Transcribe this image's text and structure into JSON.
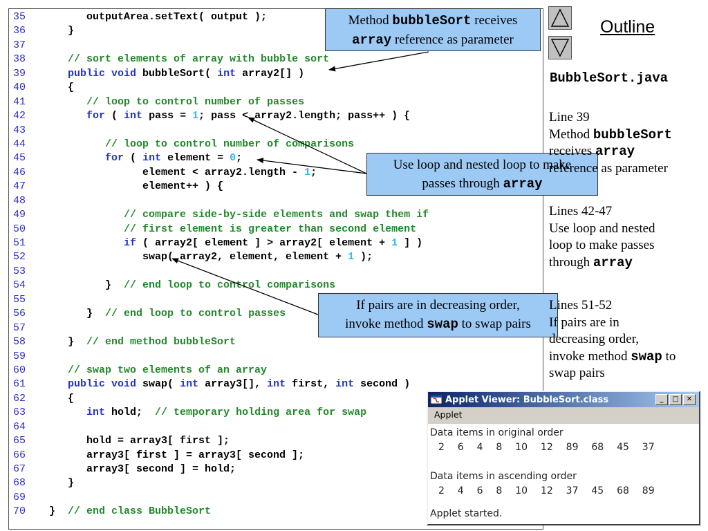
{
  "code": {
    "lines": [
      {
        "num": "35",
        "tokens": [
          {
            "t": "         outputArea.setText( output );"
          }
        ]
      },
      {
        "num": "36",
        "tokens": [
          {
            "t": "      }"
          }
        ]
      },
      {
        "num": "37",
        "tokens": []
      },
      {
        "num": "38",
        "tokens": [
          {
            "t": "      "
          },
          {
            "t": "// sort elements of array with bubble sort",
            "c": "cm"
          }
        ]
      },
      {
        "num": "39",
        "tokens": [
          {
            "t": "      "
          },
          {
            "t": "public void",
            "c": "kw"
          },
          {
            "t": " bubbleSort( "
          },
          {
            "t": "int",
            "c": "kw"
          },
          {
            "t": " array2[] )"
          }
        ]
      },
      {
        "num": "40",
        "tokens": [
          {
            "t": "      {"
          }
        ]
      },
      {
        "num": "41",
        "tokens": [
          {
            "t": "         "
          },
          {
            "t": "// loop to control number of passes",
            "c": "cm"
          }
        ]
      },
      {
        "num": "42",
        "tokens": [
          {
            "t": "         "
          },
          {
            "t": "for",
            "c": "kw"
          },
          {
            "t": " ( "
          },
          {
            "t": "int",
            "c": "kw"
          },
          {
            "t": " pass = "
          },
          {
            "t": "1",
            "c": "lit"
          },
          {
            "t": "; pass < array2.length; pass++ ) {"
          }
        ]
      },
      {
        "num": "43",
        "tokens": []
      },
      {
        "num": "44",
        "tokens": [
          {
            "t": "            "
          },
          {
            "t": "// loop to control number of comparisons",
            "c": "cm"
          }
        ]
      },
      {
        "num": "45",
        "tokens": [
          {
            "t": "            "
          },
          {
            "t": "for",
            "c": "kw"
          },
          {
            "t": " ( "
          },
          {
            "t": "int",
            "c": "kw"
          },
          {
            "t": " element = "
          },
          {
            "t": "0",
            "c": "lit"
          },
          {
            "t": ";"
          }
        ]
      },
      {
        "num": "46",
        "tokens": [
          {
            "t": "                  element < array2.length - "
          },
          {
            "t": "1",
            "c": "lit"
          },
          {
            "t": ";"
          }
        ]
      },
      {
        "num": "47",
        "tokens": [
          {
            "t": "                  element++ ) {"
          }
        ]
      },
      {
        "num": "48",
        "tokens": []
      },
      {
        "num": "49",
        "tokens": [
          {
            "t": "               "
          },
          {
            "t": "// compare side-by-side elements and swap them if",
            "c": "cm"
          }
        ]
      },
      {
        "num": "50",
        "tokens": [
          {
            "t": "               "
          },
          {
            "t": "// first element is greater than second element",
            "c": "cm"
          }
        ]
      },
      {
        "num": "51",
        "tokens": [
          {
            "t": "               "
          },
          {
            "t": "if",
            "c": "kw"
          },
          {
            "t": " ( array2[ element ] > array2[ element + "
          },
          {
            "t": "1",
            "c": "lit"
          },
          {
            "t": " ] )"
          }
        ]
      },
      {
        "num": "52",
        "tokens": [
          {
            "t": "                  swap( array2, element, element + "
          },
          {
            "t": "1",
            "c": "lit"
          },
          {
            "t": " );"
          }
        ]
      },
      {
        "num": "53",
        "tokens": []
      },
      {
        "num": "54",
        "tokens": [
          {
            "t": "            }  "
          },
          {
            "t": "// end loop to control comparisons",
            "c": "cm"
          }
        ]
      },
      {
        "num": "55",
        "tokens": []
      },
      {
        "num": "56",
        "tokens": [
          {
            "t": "         }  "
          },
          {
            "t": "// end loop to control passes",
            "c": "cm"
          }
        ]
      },
      {
        "num": "57",
        "tokens": []
      },
      {
        "num": "58",
        "tokens": [
          {
            "t": "      }  "
          },
          {
            "t": "// end method bubbleSort",
            "c": "cm"
          }
        ]
      },
      {
        "num": "59",
        "tokens": []
      },
      {
        "num": "60",
        "tokens": [
          {
            "t": "      "
          },
          {
            "t": "// swap two elements of an array",
            "c": "cm"
          }
        ]
      },
      {
        "num": "61",
        "tokens": [
          {
            "t": "      "
          },
          {
            "t": "public void",
            "c": "kw"
          },
          {
            "t": " swap( "
          },
          {
            "t": "int",
            "c": "kw"
          },
          {
            "t": " array3[], "
          },
          {
            "t": "int",
            "c": "kw"
          },
          {
            "t": " first, "
          },
          {
            "t": "int",
            "c": "kw"
          },
          {
            "t": " second )"
          }
        ]
      },
      {
        "num": "62",
        "tokens": [
          {
            "t": "      {"
          }
        ]
      },
      {
        "num": "63",
        "tokens": [
          {
            "t": "         "
          },
          {
            "t": "int",
            "c": "kw"
          },
          {
            "t": " hold;  "
          },
          {
            "t": "// temporary holding area for swap",
            "c": "cm"
          }
        ]
      },
      {
        "num": "64",
        "tokens": []
      },
      {
        "num": "65",
        "tokens": [
          {
            "t": "         hold = array3[ first ];"
          }
        ]
      },
      {
        "num": "66",
        "tokens": [
          {
            "t": "         array3[ first ] = array3[ second ];"
          }
        ]
      },
      {
        "num": "67",
        "tokens": [
          {
            "t": "         array3[ second ] = hold;"
          }
        ]
      },
      {
        "num": "68",
        "tokens": [
          {
            "t": "      }"
          }
        ]
      },
      {
        "num": "69",
        "tokens": []
      },
      {
        "num": "70",
        "tokens": [
          {
            "t": "   }  "
          },
          {
            "t": "// end class BubbleSort",
            "c": "cm"
          }
        ]
      }
    ]
  },
  "callouts": {
    "c1": {
      "pre": "Method ",
      "code": "bubbleSort",
      "mid": " receives",
      "code2": "array",
      "post": " reference as parameter"
    },
    "c2": {
      "line1": "Use loop and nested loop to make",
      "pre": "passes through ",
      "code": "array"
    },
    "c3": {
      "line1": "If pairs are in decreasing order,",
      "pre": "invoke method ",
      "code": "swap",
      "post": " to swap pairs"
    }
  },
  "sidebar": {
    "outline_title": "Outline",
    "file_name": "BubbleSort.java",
    "notes": [
      {
        "heading": "Line 39",
        "lines": [
          {
            "pre": "Method ",
            "code": "bubbleSort",
            "post": ""
          },
          {
            "pre": "receives ",
            "code": "array",
            "post": ""
          },
          {
            "pre": "reference as parameter",
            "code": "",
            "post": ""
          }
        ]
      },
      {
        "heading": "Lines 42-47",
        "lines": [
          {
            "pre": "Use loop and nested",
            "code": "",
            "post": ""
          },
          {
            "pre": "loop to make passes",
            "code": "",
            "post": ""
          },
          {
            "pre": "through ",
            "code": "array",
            "post": ""
          }
        ]
      },
      {
        "heading": "Lines 51-52",
        "lines": [
          {
            "pre": "If pairs are in",
            "code": "",
            "post": ""
          },
          {
            "pre": "decreasing order,",
            "code": "",
            "post": ""
          },
          {
            "pre": "invoke method ",
            "code": "swap",
            "post": " to"
          },
          {
            "pre": "swap pairs",
            "code": "",
            "post": ""
          }
        ]
      }
    ]
  },
  "applet": {
    "title": "Applet Viewer: BubbleSort.class",
    "menu": "Applet",
    "minimize": "_",
    "maximize": "□",
    "close": "✕",
    "original_heading": "Data items in original order",
    "original_values": "2  6  4  8  10  12  89  68  45  37",
    "sorted_heading": "Data items in ascending order",
    "sorted_values": "2  4  6  8  10  12  37  45  68  89",
    "status": "Applet started."
  },
  "nav": {
    "up_icon": "triangle-up-icon",
    "down_icon": "triangle-down-icon"
  },
  "colors": {
    "callout_bg": "#9dc9f5",
    "keyword": "#2233cc",
    "comment": "#22882a",
    "literal": "#33b8e8",
    "line_number": "#2a2ad0"
  }
}
